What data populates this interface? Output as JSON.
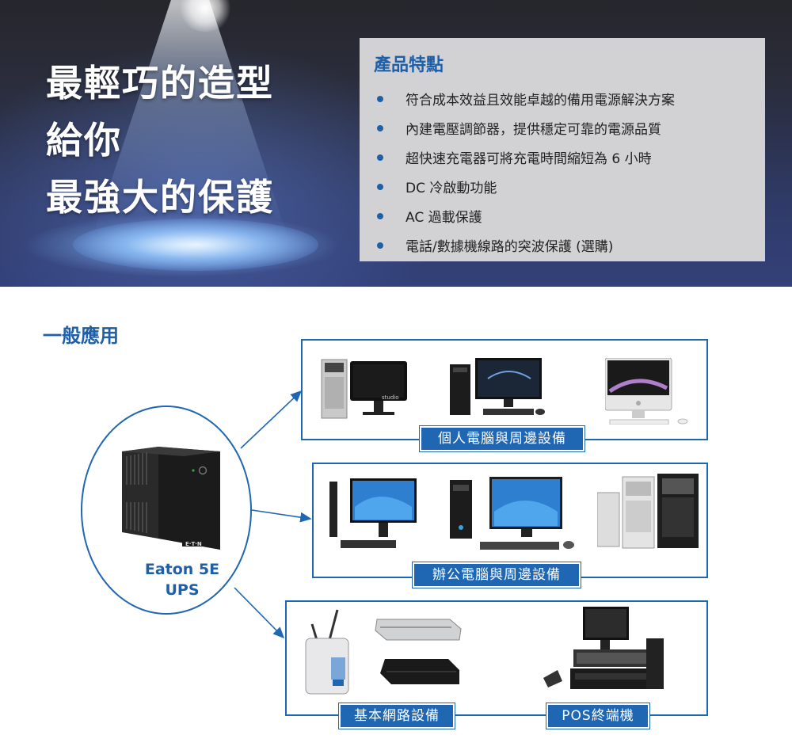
{
  "hero": {
    "title_lines": [
      "最輕巧的造型",
      "給你",
      "最強大的保護"
    ],
    "features_title": "產品特點",
    "features": [
      "符合成本效益且效能卓越的備用電源解決方案",
      "內建電壓調節器，提供穩定可靠的電源品質",
      "超快速充電器可將充電時間縮短為 6 小時",
      "DC 冷啟動功能",
      "AC 過載保護",
      "電話/數據機線路的突波保護 (選購)"
    ]
  },
  "applications": {
    "section_title": "一般應用",
    "ups_label_lines": [
      "Eaton 5E",
      "UPS"
    ],
    "ups_brand": "E·T·N",
    "monitor_brand": "studio",
    "captions": {
      "pc": "個人電腦與周邊設備",
      "office": "辦公電腦與周邊設備",
      "network": "基本網路設備",
      "pos": "POS終端機"
    }
  },
  "colors": {
    "accent_blue": "#1f66b3",
    "title_blue": "#1f5fa8",
    "features_panel": "#d2d2d4",
    "hero_dark": "#26262c"
  }
}
